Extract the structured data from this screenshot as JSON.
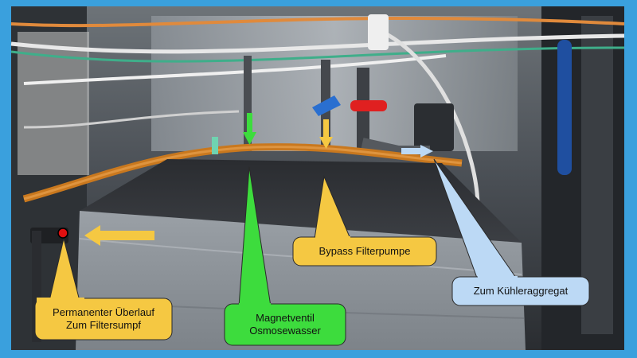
{
  "annotations": {
    "overflow": {
      "line1": "Permanenter Überlauf",
      "line2": "Zum Filtersumpf",
      "color": "#f5c842"
    },
    "magnetventil": {
      "line1": "Magnetventil",
      "line2": "Osmosewasser",
      "color": "#3ddc3d"
    },
    "bypass": {
      "label": "Bypass Filterpumpe",
      "color": "#f5c842"
    },
    "chiller": {
      "label": "Zum Kühleraggregat",
      "color": "#bcd9f5"
    }
  },
  "colors": {
    "frame_border": "#3aa0dd",
    "marker_red": "#e01010",
    "valve_red": "#e02020",
    "valve_blue": "#2a6fd0",
    "hose_orange": "#c9781e"
  }
}
